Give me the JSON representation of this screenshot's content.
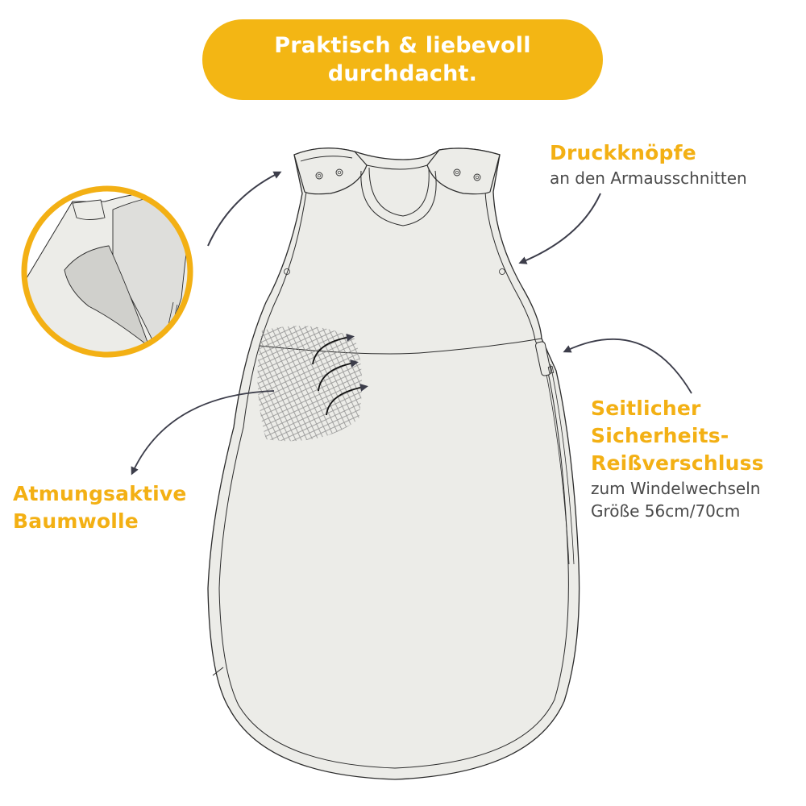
{
  "banner": {
    "line1": "Praktisch & liebevoll",
    "line2": "durchdacht.",
    "color": "#f3b614"
  },
  "callouts": {
    "snaps": {
      "title": "Druckknöpfe",
      "subtitle": "an den Armausschnitten"
    },
    "zipper": {
      "title_line1": "Seitlicher",
      "title_line2": "Sicherheits-",
      "title_line3": "Reißverschluss",
      "subtitle_line1": "zum Windelwechseln",
      "subtitle_line2": "Größe 56cm/70cm"
    },
    "cotton": {
      "title_line1": "Atmungsaktive",
      "title_line2": "Baumwolle"
    }
  },
  "colors": {
    "accent": "#f3b014",
    "fabric": "#ecece8",
    "outline": "#2b2b2b",
    "arrow": "#3c3d4a",
    "text_gray": "#4a4a4a"
  }
}
